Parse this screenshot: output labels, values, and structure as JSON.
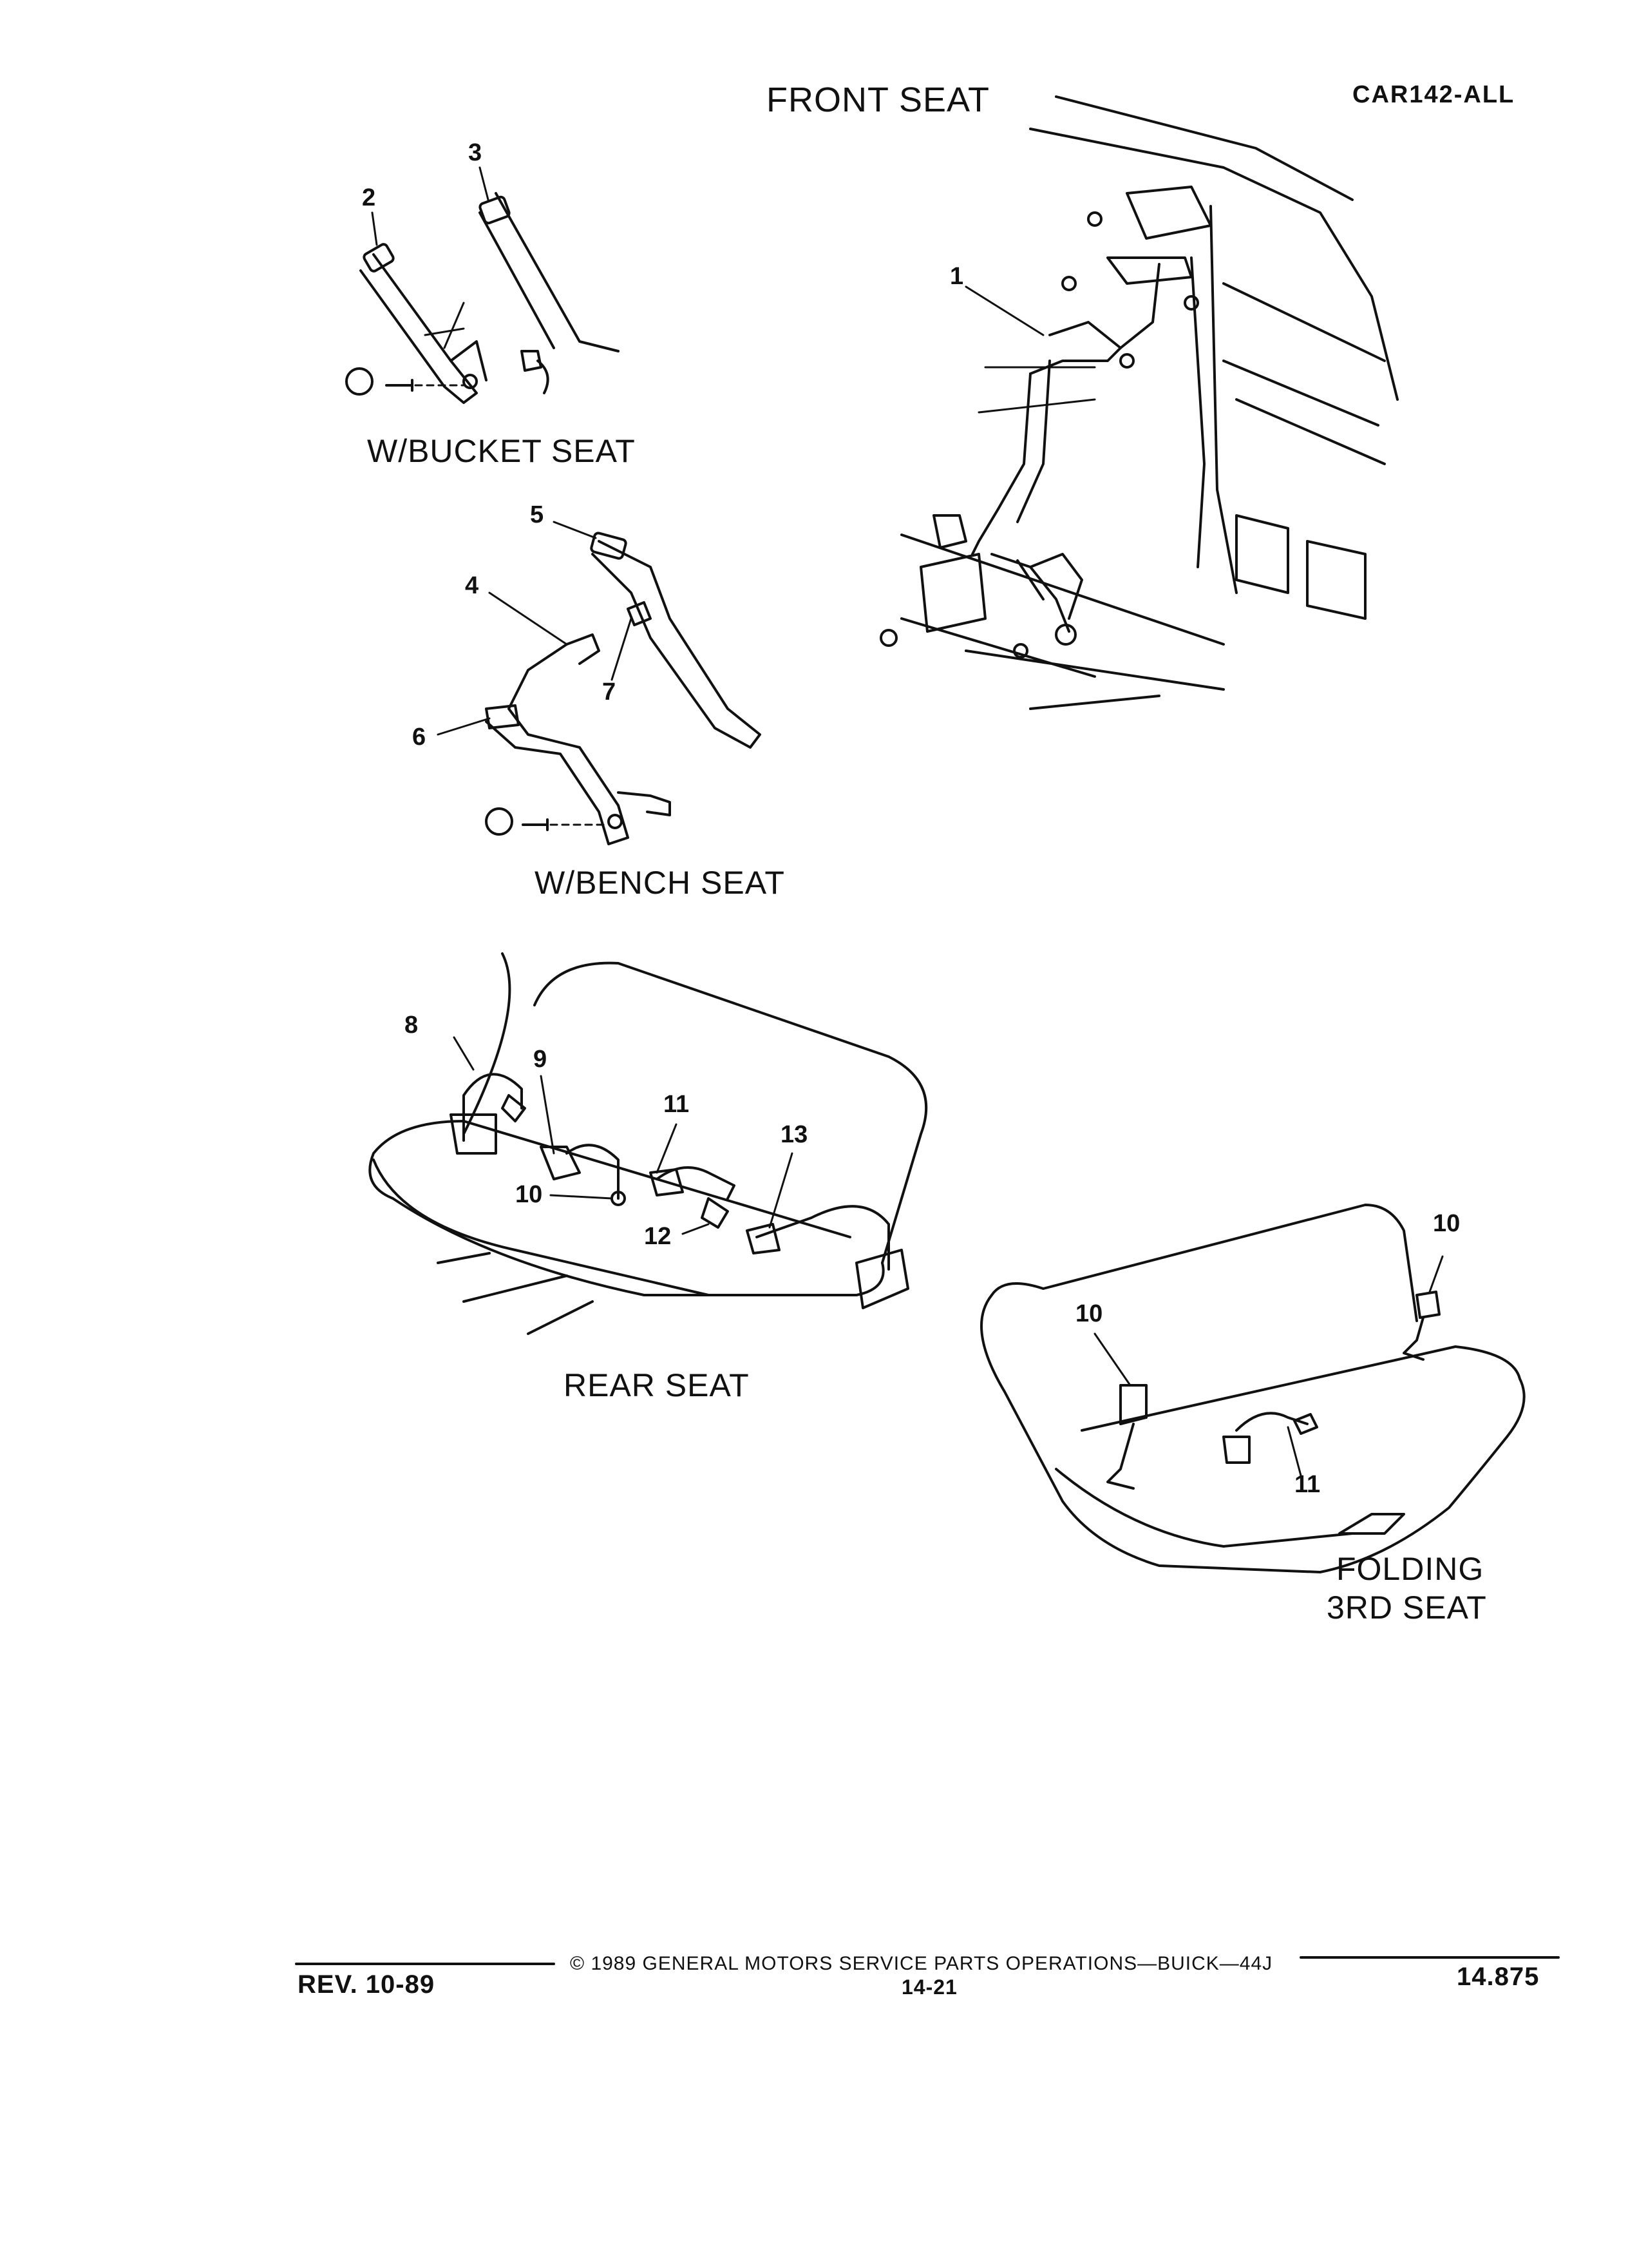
{
  "header": {
    "title": "FRONT SEAT",
    "code": "CAR142-ALL"
  },
  "captions": {
    "bucket": "W/BUCKET SEAT",
    "bench": "W/BENCH SEAT",
    "rear": "REAR SEAT",
    "folding_line1": "FOLDING",
    "folding_line2": "3RD SEAT"
  },
  "callouts": {
    "c1": "1",
    "c2": "2",
    "c3": "3",
    "c4": "4",
    "c5": "5",
    "c6": "6",
    "c7": "7",
    "c8": "8",
    "c9": "9",
    "c10a": "10",
    "c11a": "11",
    "c12": "12",
    "c13": "13",
    "c10b": "10",
    "c10c": "10",
    "c11b": "11"
  },
  "footer": {
    "copyright": "© 1989 GENERAL MOTORS SERVICE PARTS OPERATIONS—BUICK—44J",
    "revision": "REV. 10-89",
    "page": "14-21",
    "section": "14.875"
  }
}
